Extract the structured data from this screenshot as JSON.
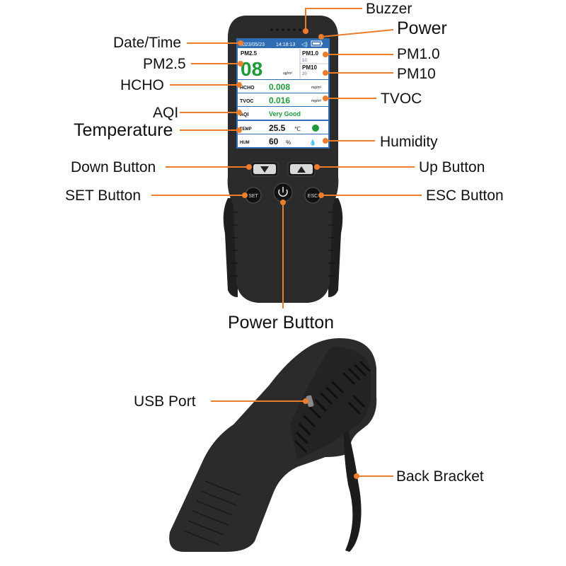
{
  "colors": {
    "leader": "#ec7d2c",
    "device_body": "#2b2b2b",
    "screen_header": "#2f6db5",
    "green_value": "#1e9a3a",
    "purple_value": "#7a4bb0"
  },
  "callouts": {
    "buzzer": "Buzzer",
    "power": "Power",
    "date_time": "Date/Time",
    "pm1_0": "PM1.0",
    "pm2_5": "PM2.5",
    "pm10": "PM10",
    "hcho": "HCHO",
    "tvoc": "TVOC",
    "aqi": "AQI",
    "temperature": "Temperature",
    "humidity": "Humidity",
    "down_button": "Down Button",
    "up_button": "Up Button",
    "set_button": "SET Button",
    "esc_button": "ESC Button",
    "power_button": "Power Button",
    "usb_port": "USB Port",
    "back_bracket": "Back Bracket"
  },
  "screen": {
    "date": "2023/05/23",
    "time": "14:18:13",
    "pm25_label": "PM2.5",
    "pm25_value": "08",
    "pm25_unit": "ug/m³",
    "pm10_label": "PM1.0",
    "pm10_value": "10",
    "pm10b_label": "PM10",
    "pm10b_value": "20",
    "hcho_label": "HCHO",
    "hcho_value": "0.008",
    "hcho_unit": "mg/m³",
    "tvoc_label": "TVOC",
    "tvoc_value": "0.016",
    "tvoc_unit": "mg/m³",
    "aqi_label": "AQI",
    "aqi_value": "Very Good",
    "temp_label": "TEMP",
    "temp_value": "25.5",
    "temp_unit": "℃",
    "hum_label": "HUM",
    "hum_value": "60",
    "hum_unit": "%"
  },
  "buttons": {
    "set": "SET",
    "esc": "ESC"
  }
}
